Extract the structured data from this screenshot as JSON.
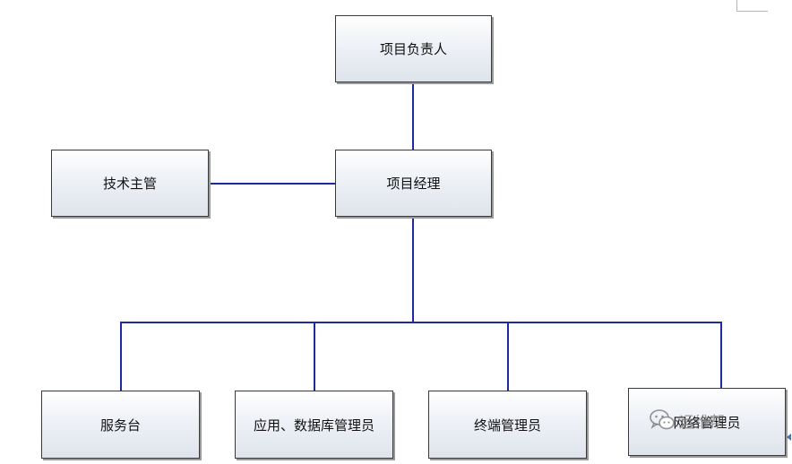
{
  "nodes": {
    "project_owner": "项目负责人",
    "project_manager": "项目经理",
    "tech_supervisor": "技术主管",
    "service_desk": "服务台",
    "app_db_admin": "应用、数据库管理员",
    "terminal_admin": "终端管理员",
    "network_admin": "网络管理员"
  },
  "watermark": {
    "text": "运维帮",
    "icon": "wechat-icon"
  },
  "colors": {
    "connector": "#1d2a9e",
    "node_border": "#3a3a3a",
    "node_fill": "#e6eaf1"
  }
}
